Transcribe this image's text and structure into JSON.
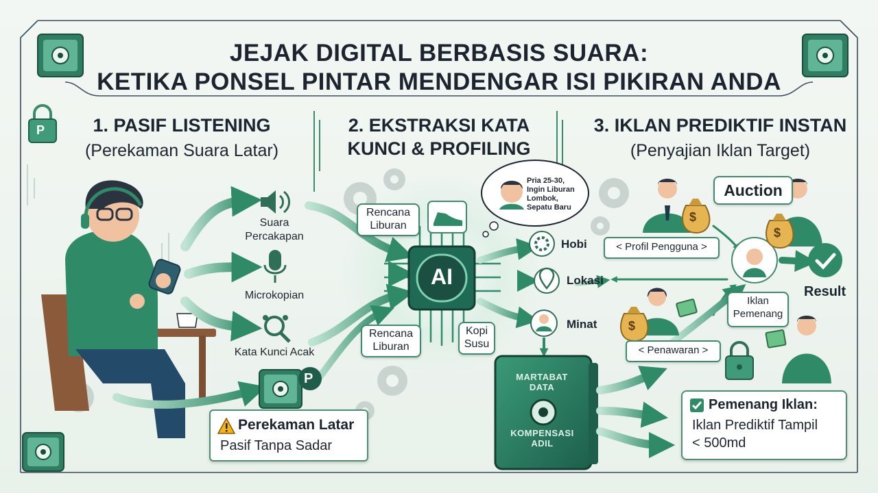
{
  "title": {
    "line1": "JEJAK DIGITAL BERBASIS SUARA:",
    "line2": "KETIKA PONSEL PINTAR MENDENGAR ISI PIKIRAN ANDA"
  },
  "sections": [
    {
      "heading": "1. PASIF LISTENING",
      "subheading": "(Perekaman Suara Latar)"
    },
    {
      "heading_line1": "2. EKSTRAKSI KATA",
      "heading_line2": "KUNCI & PROFILING"
    },
    {
      "heading": "3. IKLAN PREDIKTIF INSTAN",
      "subheading": "(Penyajian Iklan Target)"
    }
  ],
  "inputs": [
    {
      "line1": "Suara",
      "line2": "Percakapan",
      "icon": "speaker-icon"
    },
    {
      "line1": "Microkopian",
      "icon": "microphone-icon"
    },
    {
      "line1": "Kata Kunci Acak",
      "icon": "magnifier-icon"
    }
  ],
  "warning": {
    "title": "Perekaman Latar",
    "text": "Pasif Tanpa Sadar",
    "icon": "warning-icon"
  },
  "ai_chip": {
    "label": "AI"
  },
  "keywords": [
    {
      "line1": "Rencana",
      "line2": "Liburan"
    },
    {
      "line1": "Rencana",
      "line2": "Liburan"
    },
    {
      "line1": "Kopi",
      "line2": "Susu"
    }
  ],
  "profile_bubble": {
    "line1": "Pria 25-30,",
    "line2": "Ingin Liburan",
    "line3": "Lombok,",
    "line4": "Sepatu Baru"
  },
  "profile_tags": [
    {
      "label": "Hobi",
      "icon": "gear-icon"
    },
    {
      "label": "Lokasi",
      "icon": "location-pin-icon"
    },
    {
      "label": "Minat",
      "icon": "person-icon"
    }
  ],
  "safe": {
    "line1": "MARTABAT",
    "line2": "DATA",
    "line3": "KOMPENSASI",
    "line4": "ADIL"
  },
  "auction": {
    "label": "Auction",
    "profile": "< Profil Pengguna >",
    "bid": "< Penawaran >",
    "winner_line1": "Iklan",
    "winner_line2": "Pemenang",
    "result": "Result"
  },
  "winner_box": {
    "title": "Pemenang Iklan:",
    "line2": "Iklan Prediktif Tampil",
    "line3": "< 500md"
  },
  "corner_badge": {
    "label": "P"
  },
  "colors": {
    "primary": "#2f8a68",
    "dark": "#1f5c4a",
    "text": "#1c2430",
    "accent": "#6cc3a0",
    "warning": "#f3b21a"
  }
}
